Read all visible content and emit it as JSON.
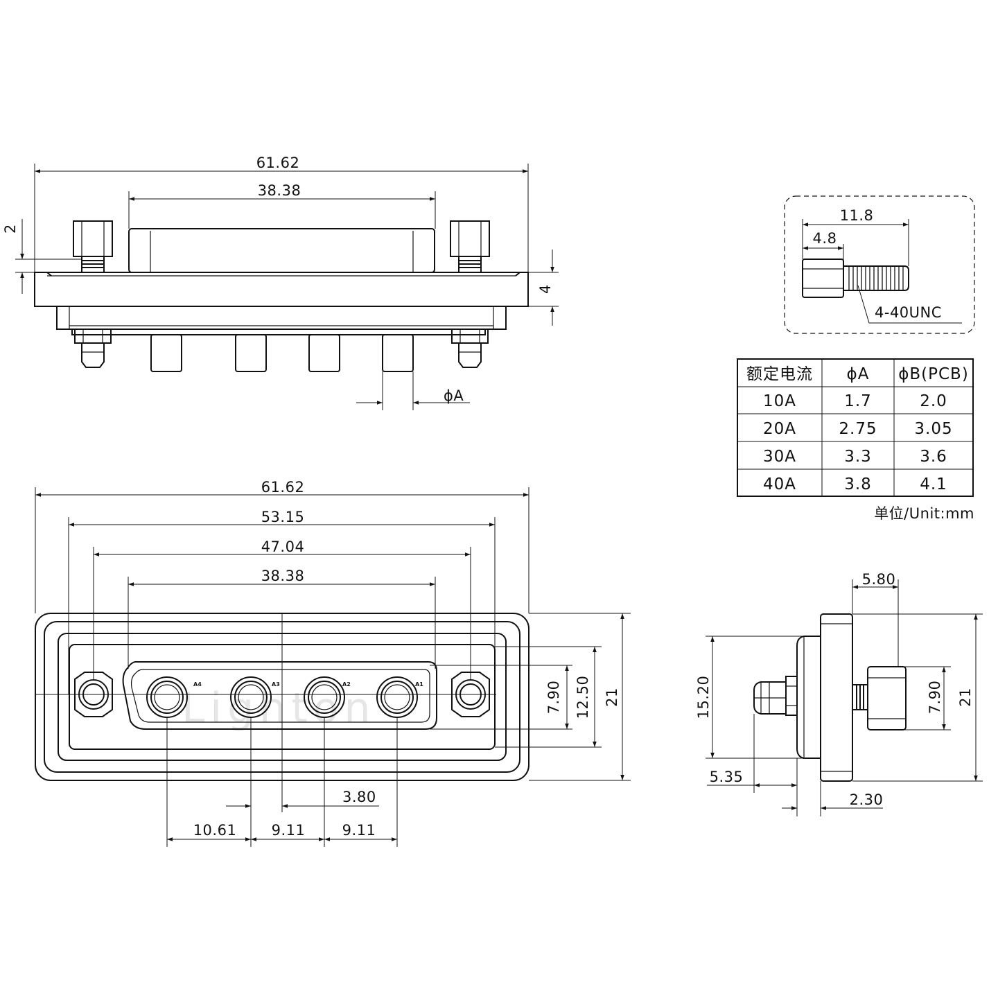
{
  "top_view": {
    "overall_width": "61.62",
    "shell_width": "38.38",
    "thread_gap": "2",
    "flange_thickness": "4",
    "pin_diameter": "ϕA"
  },
  "screw_detail": {
    "length": "11.8",
    "head_length": "4.8",
    "thread": "4-40UNC"
  },
  "current_table": {
    "headers": [
      "额定电流",
      "ϕA",
      "ϕB(PCB)"
    ],
    "rows": [
      [
        "10A",
        "1.7",
        "2.0"
      ],
      [
        "20A",
        "2.75",
        "3.05"
      ],
      [
        "30A",
        "3.3",
        "3.6"
      ],
      [
        "40A",
        "3.8",
        "4.1"
      ]
    ],
    "unit_note": "单位/Unit:mm"
  },
  "front_view": {
    "overall_width": "61.62",
    "outer_hole_spacing": "53.15",
    "mounting_hole_spacing": "47.04",
    "shell_width": "38.38",
    "shell_height": "7.90",
    "inner_height": "12.50",
    "overall_height": "21",
    "center_offset": "3.80",
    "pin_pitch_1": "10.61",
    "pin_pitch_2": "9.11",
    "pin_pitch_3": "9.11",
    "pin_labels": [
      "A4",
      "A3",
      "A2",
      "A1"
    ],
    "watermark": "Lighton"
  },
  "side_view": {
    "flange_depth": "5.80",
    "panel_height": "15.20",
    "shell_height": "7.90",
    "overall_height": "21",
    "rear_offset": "5.35",
    "flange_thickness": "2.30"
  }
}
